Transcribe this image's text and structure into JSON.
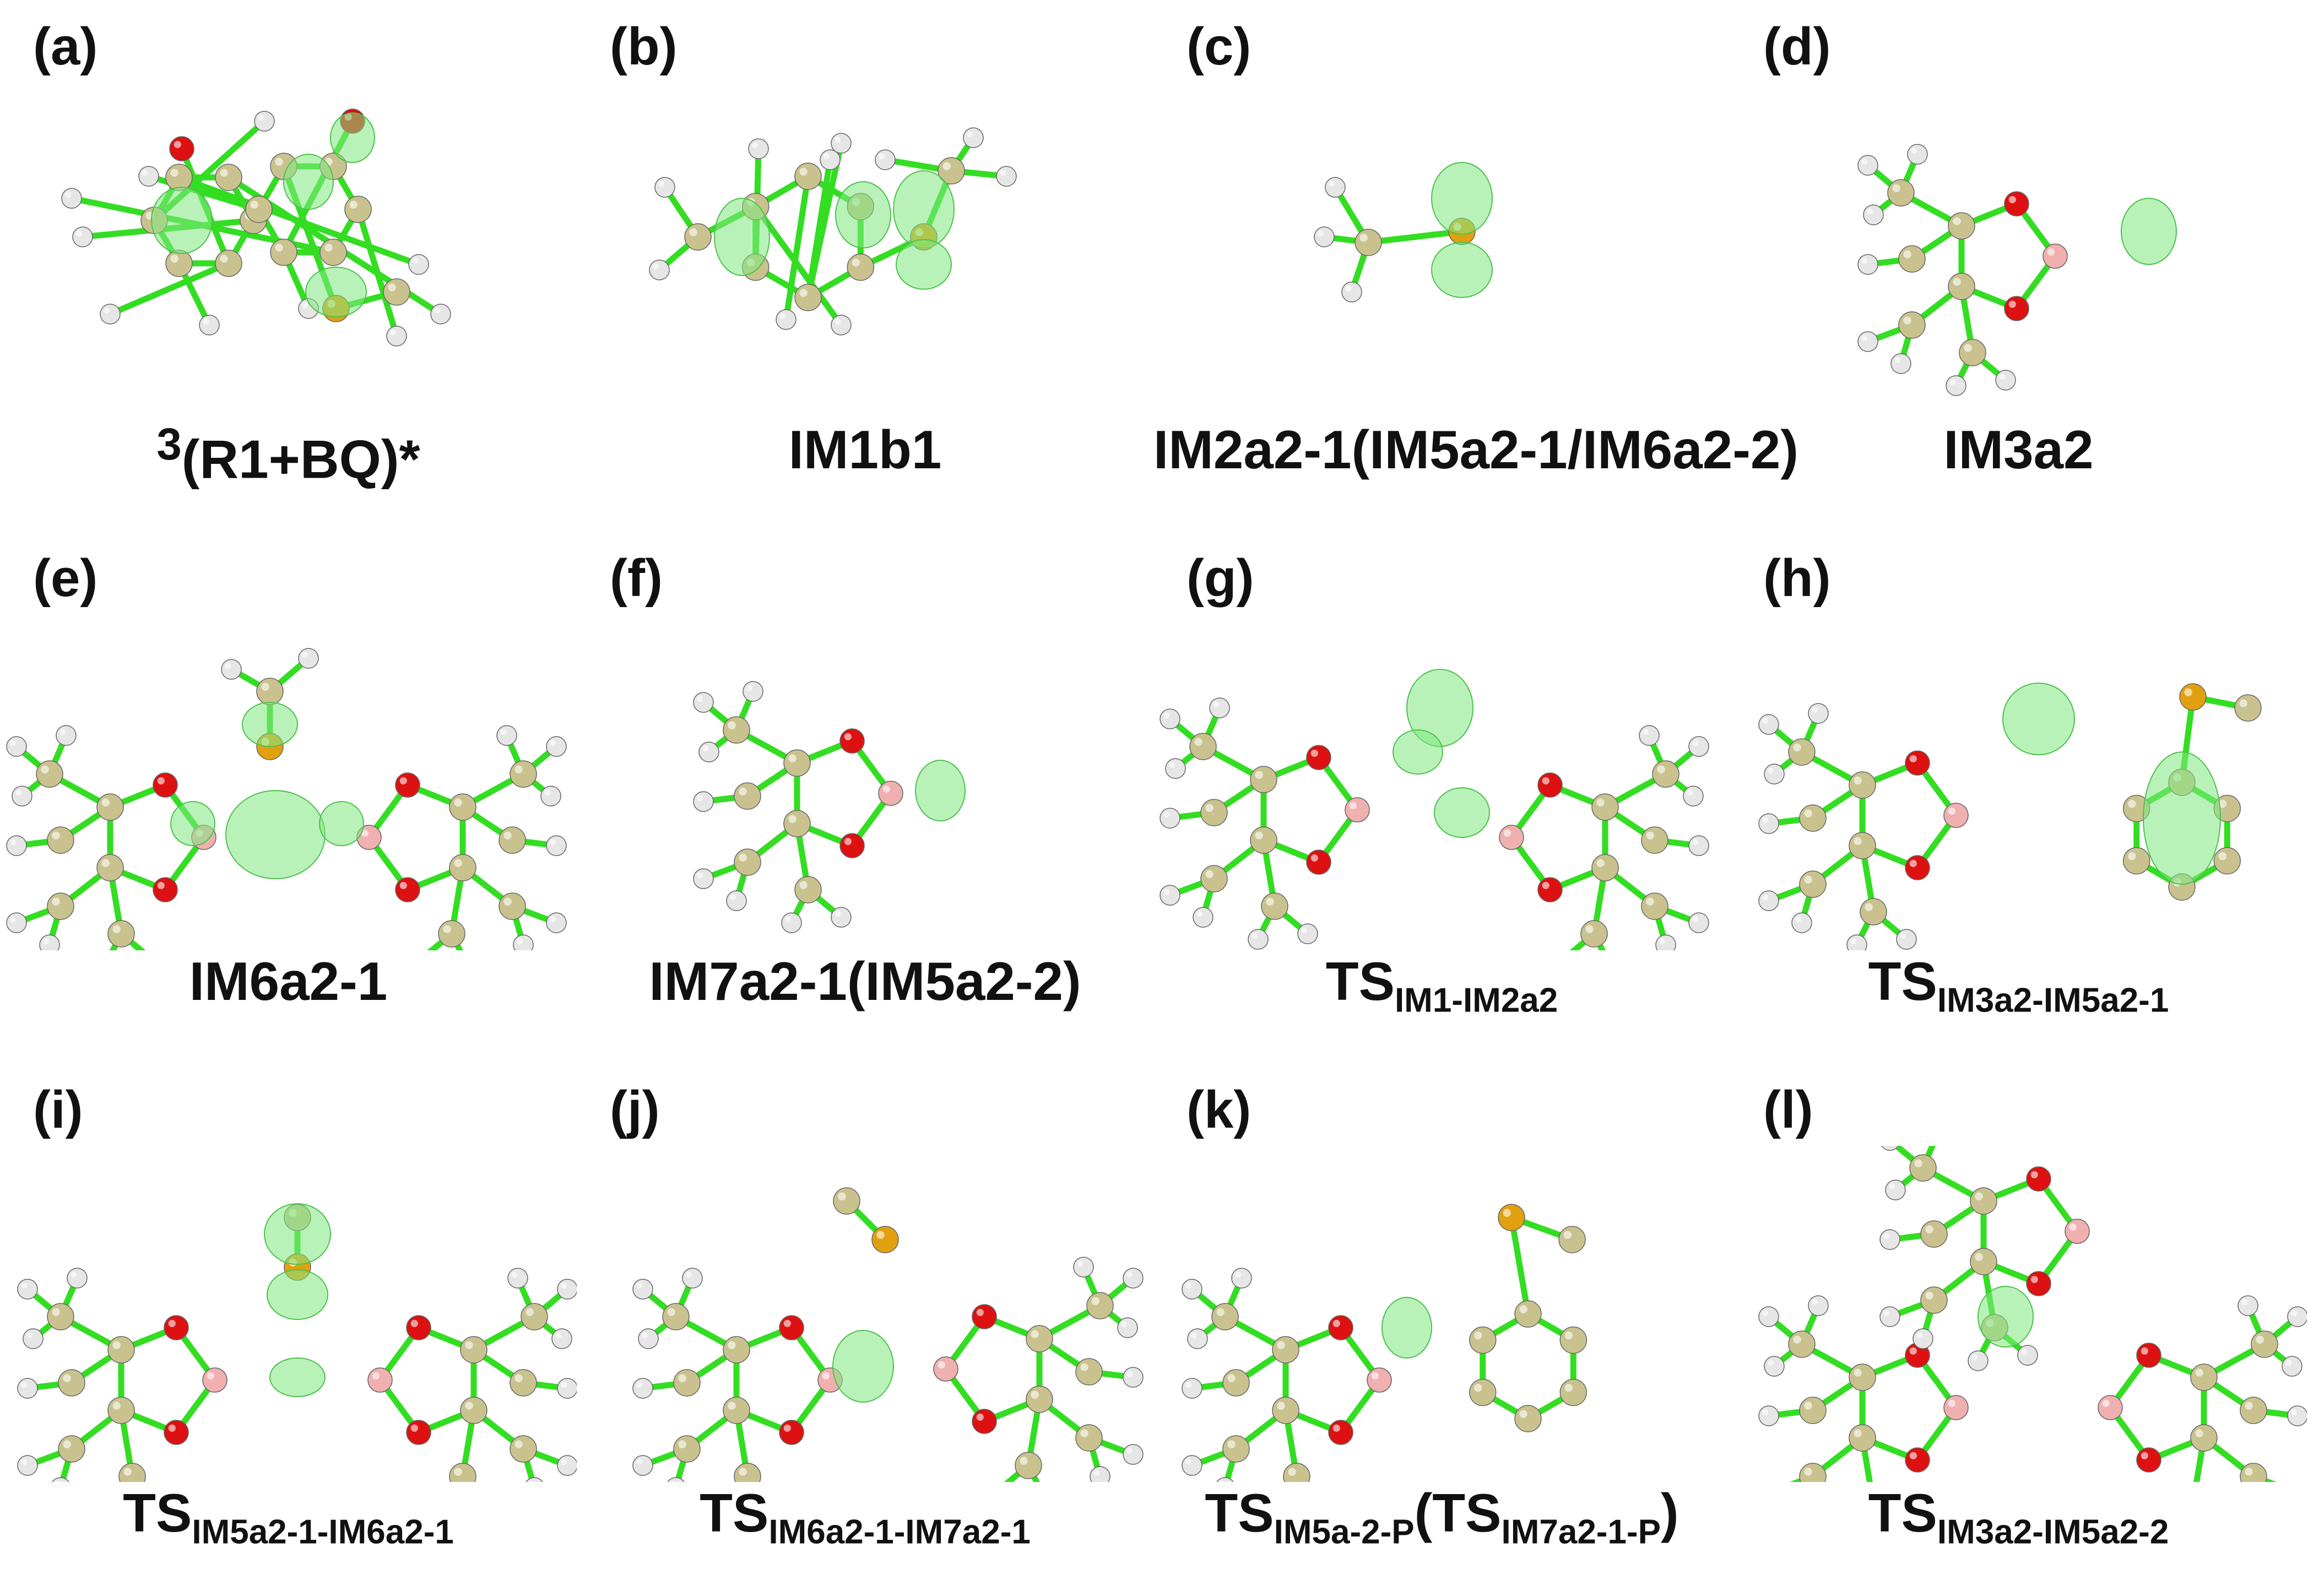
{
  "panels": [
    {
      "label": "(a)",
      "caption": {
        "sup": "3",
        "main": "(R1+BQ)*"
      }
    },
    {
      "label": "(b)",
      "caption": {
        "main": "IM1b1"
      }
    },
    {
      "label": "(c)",
      "caption": {
        "main": "IM2a2-1(IM5a2-1/IM6a2-2)"
      }
    },
    {
      "label": "(d)",
      "caption": {
        "main": "IM3a2"
      }
    },
    {
      "label": "(e)",
      "caption": {
        "main": "IM6a2-1"
      }
    },
    {
      "label": "(f)",
      "caption": {
        "main": "IM7a2-1(IM5a2-2)"
      }
    },
    {
      "label": "(g)",
      "caption": {
        "main": "TS",
        "sub": "IM1-IM2a2"
      }
    },
    {
      "label": "(h)",
      "caption": {
        "main": "TS",
        "sub": "IM3a2-IM5a2-1"
      }
    },
    {
      "label": "(i)",
      "caption": {
        "main": "TS",
        "sub": "IM5a2-1-IM6a2-1"
      }
    },
    {
      "label": "(j)",
      "caption": {
        "main": "TS",
        "sub": "IM6a2-1-IM7a2-1"
      }
    },
    {
      "label": "(k)",
      "caption": {
        "main": "TS",
        "sub": "IM5a-2-P",
        "main2": "(TS",
        "sub2": "IM7a2-1-P",
        "main3": ")"
      }
    },
    {
      "label": "(l)",
      "caption": {
        "main": "TS",
        "sub": "IM3a2-IM5a2-2"
      }
    }
  ],
  "colors": {
    "bond": "#33dd22",
    "carbon": "#c9c28e",
    "hydrogen": "#e6e6e6",
    "oxygen": "#dd1111",
    "boron": "#f0b0b0",
    "sulfur": "#e0a010",
    "spin_density": "#7fe87f"
  }
}
